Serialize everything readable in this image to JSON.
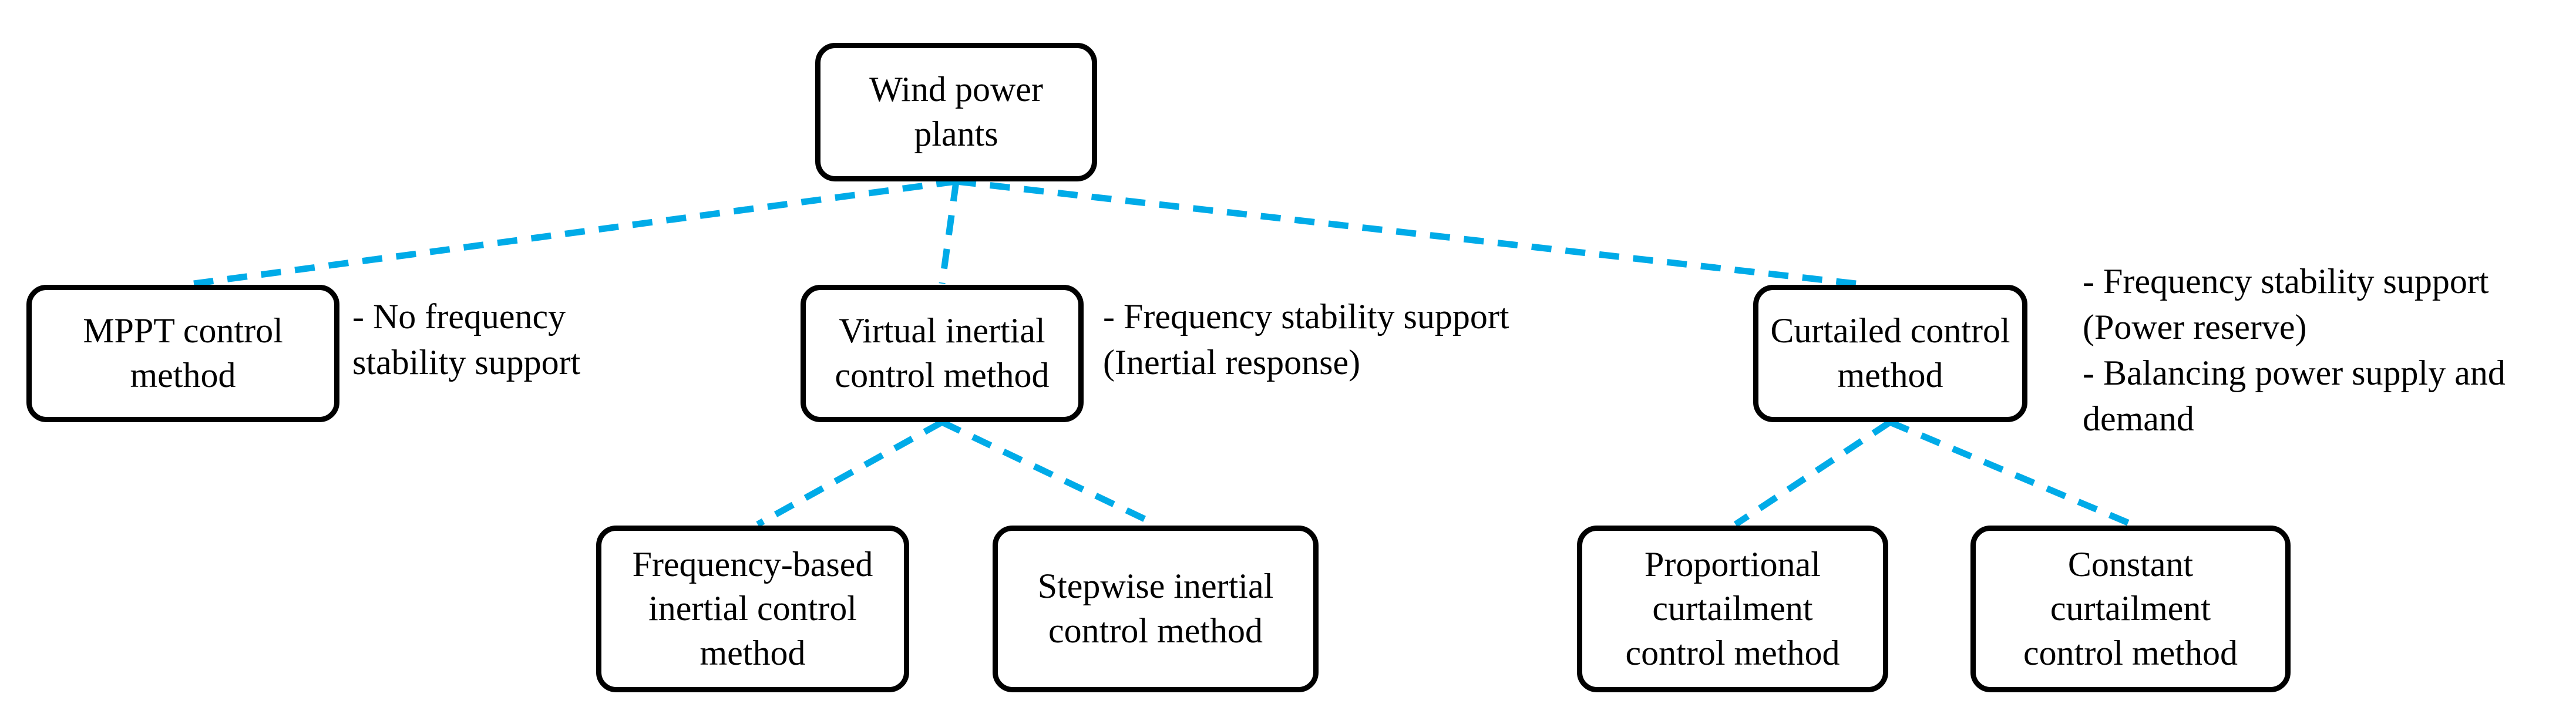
{
  "diagram": {
    "title": "Wind power plant frequency control method classification",
    "line_color": "#00abe8",
    "node_border_color": "#000000",
    "background_color": "#ffffff",
    "text_color": "#000000",
    "edge_style": "dashed"
  },
  "nodes": {
    "root": {
      "label": "Wind power\nplants"
    },
    "mppt": {
      "label": "MPPT control\nmethod"
    },
    "virtual_inertial": {
      "label": "Virtual inertial\ncontrol method"
    },
    "curtailed": {
      "label": "Curtailed control\nmethod"
    },
    "frequency_based": {
      "label": "Frequency-based\ninertial control\nmethod"
    },
    "stepwise": {
      "label": "Stepwise inertial\ncontrol method"
    },
    "proportional": {
      "label": "Proportional\ncurtailment\ncontrol method"
    },
    "constant": {
      "label": "Constant\ncurtailment\ncontrol method"
    }
  },
  "annotations": {
    "mppt_note": "- No frequency\nstability support",
    "virtual_inertial_note": "- Frequency stability support\n(Inertial response)",
    "curtailed_note": "- Frequency stability support\n(Power reserve)\n- Balancing power supply and\ndemand"
  },
  "edges": [
    {
      "from": "root",
      "to": "mppt"
    },
    {
      "from": "root",
      "to": "virtual_inertial"
    },
    {
      "from": "root",
      "to": "curtailed"
    },
    {
      "from": "virtual_inertial",
      "to": "frequency_based"
    },
    {
      "from": "virtual_inertial",
      "to": "stepwise"
    },
    {
      "from": "curtailed",
      "to": "proportional"
    },
    {
      "from": "curtailed",
      "to": "constant"
    }
  ]
}
